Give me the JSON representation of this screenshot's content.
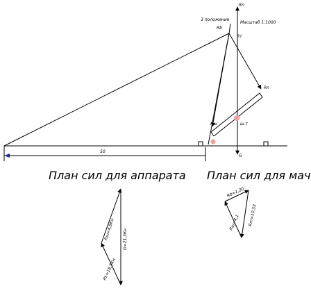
{
  "title_apparatus": "План сил для аппарата",
  "title_mast": "План сил для мачты",
  "position_label": "3 положение",
  "scale_label": "Масштаб 1:1000",
  "dim_label": "50",
  "labels": {
    "rn_top": "Rn",
    "rb_top": "Rb",
    "rt_top": "Rт",
    "rn_right": "Rn",
    "rsh": "Rш",
    "ushch": "ш.т",
    "g": "G"
  },
  "apparatus_forces": {
    "rsh": "Rш=4,9Кн",
    "g": "G=21,3Кн",
    "rk": "Rk=18,5Кн"
  },
  "mast_forces": {
    "rb": "Rb=1,20",
    "rm": "Rm=10,53",
    "rsh": "Rш=4,1"
  },
  "colors": {
    "line": "#000000",
    "marker": "#f0a0a0",
    "arrow": "#1a2a8a"
  }
}
